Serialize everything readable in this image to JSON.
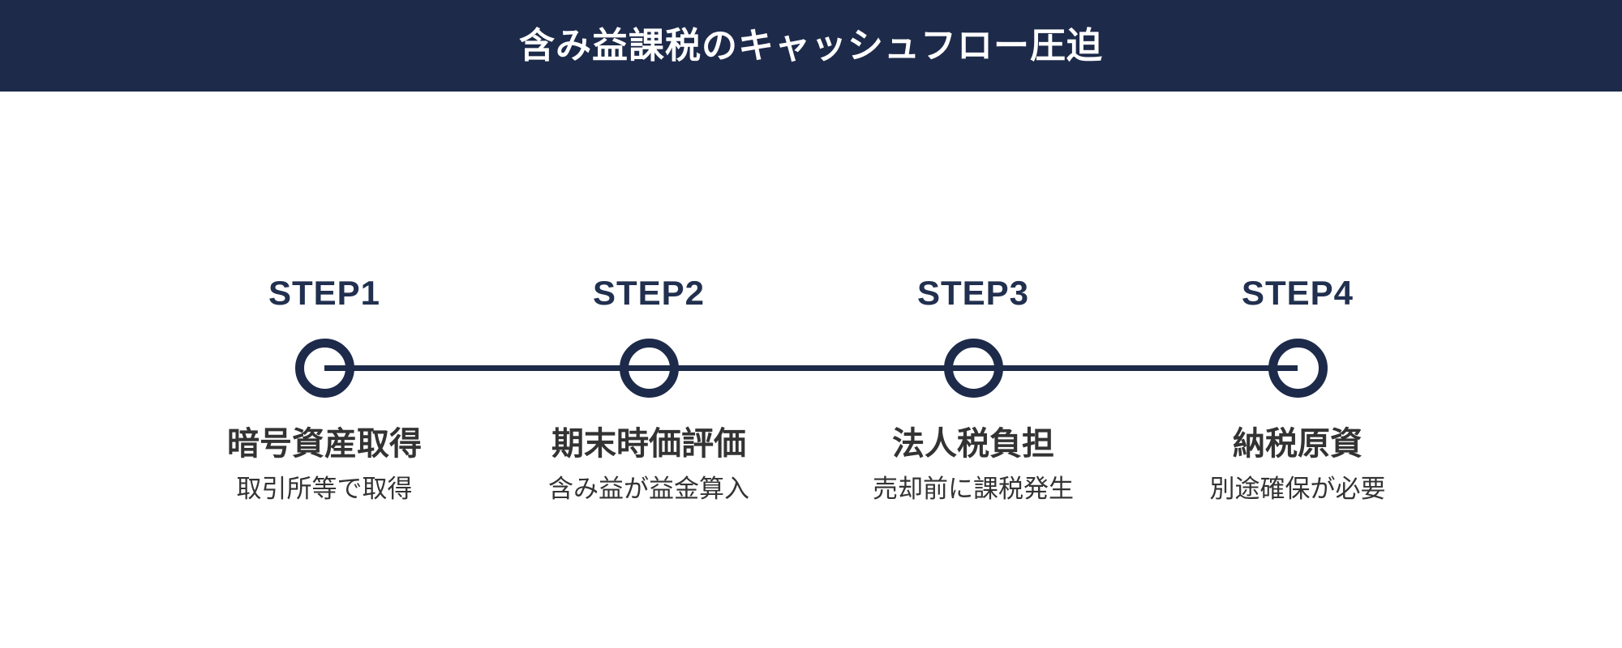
{
  "header": {
    "title": "含み益課税のキャッシュフロー圧迫"
  },
  "timeline": {
    "steps": [
      {
        "label": "STEP1",
        "title": "暗号資産取得",
        "subtitle": "取引所等で取得"
      },
      {
        "label": "STEP2",
        "title": "期末時価評価",
        "subtitle": "含み益が益金算入"
      },
      {
        "label": "STEP3",
        "title": "法人税負担",
        "subtitle": "売却前に課税発生"
      },
      {
        "label": "STEP4",
        "title": "納税原資",
        "subtitle": "別途確保が必要"
      }
    ]
  },
  "colors": {
    "header_background": "#1e2a4a",
    "header_text": "#ffffff",
    "timeline_navy": "#1e2a4a",
    "step_label_navy": "#22304f",
    "body_text": "#333333",
    "background": "#ffffff"
  }
}
